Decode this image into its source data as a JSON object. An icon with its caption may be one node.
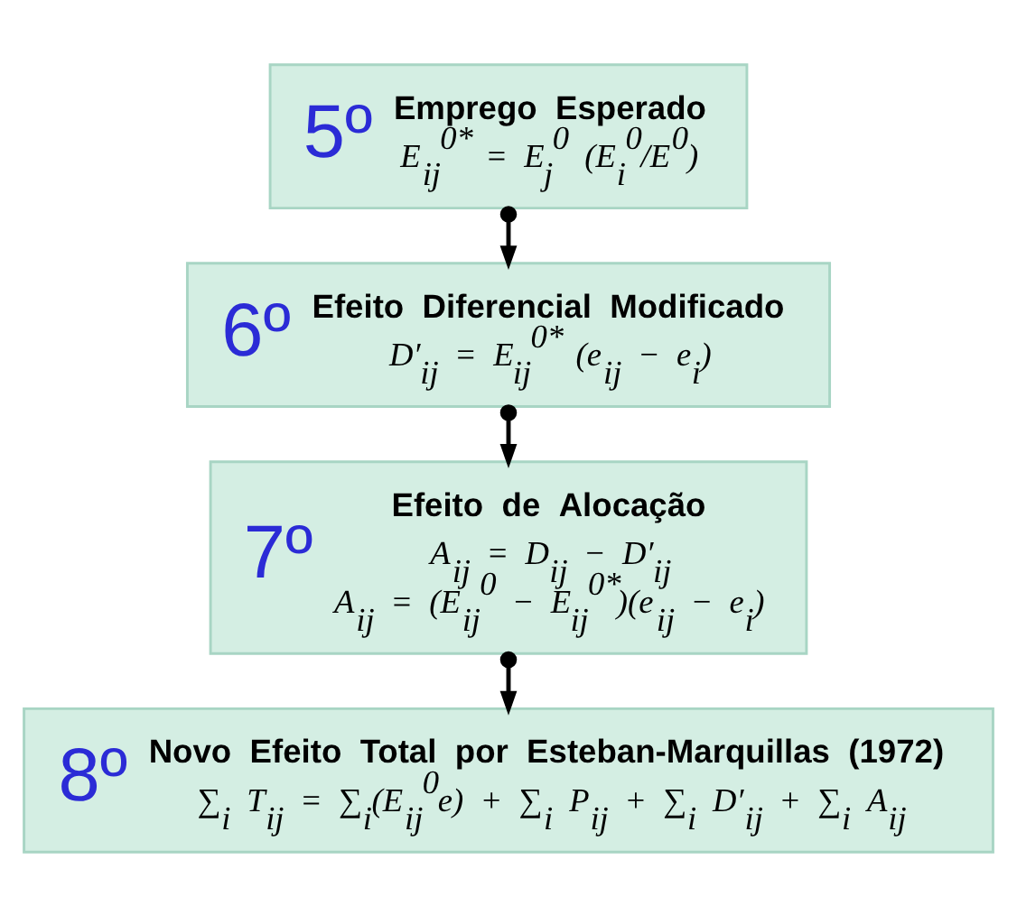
{
  "diagram": {
    "nodes": [
      {
        "text": [
          "5º",
          "Emprego Esperado",
          "E$_{ij}$$^{0*}$ = E$_{j}$$^{0}$ (E$_{i}$$^{0}$/E$^{0}$)"
        ]
      },
      {
        "text": [
          "6º",
          "Efeito Diferencial Modificado",
          "D′$_{ij}$ = E$_{ij}$$^{0*}$ (e$_{ij}$ − e$_{i}$)"
        ]
      },
      {
        "text": [
          "7º",
          "Efeito de Alocação",
          "A$_{ij}$ = D$_{ij}$ − D′$_{ij}$",
          "A$_{ij}$ = (E$_{ij}$$^{0}$ − E$_{ij}$$^{0*}$)(e$_{ij}$ − e$_{i}$)"
        ]
      },
      {
        "text": [
          "8º",
          "Novo Efeito Total por Esteban-Marquillas (1972)",
          "∑$_{i}$ T$_{ij}$ = ∑$_{i}$(E$_{ij}$$^{0}$e) + ∑$_{i}$ P$_{ij}$ + ∑$_{i}$ D′$_{ij}$ + ∑$_{i}$ A$_{ij}$"
        ]
      }
    ],
    "edges": [
      {
        "from": 0,
        "to": 1,
        "arrow": "to"
      },
      {
        "from": 1,
        "to": 2,
        "arrow": "to"
      },
      {
        "from": 2,
        "to": 3,
        "arrow": "to"
      }
    ]
  }
}
